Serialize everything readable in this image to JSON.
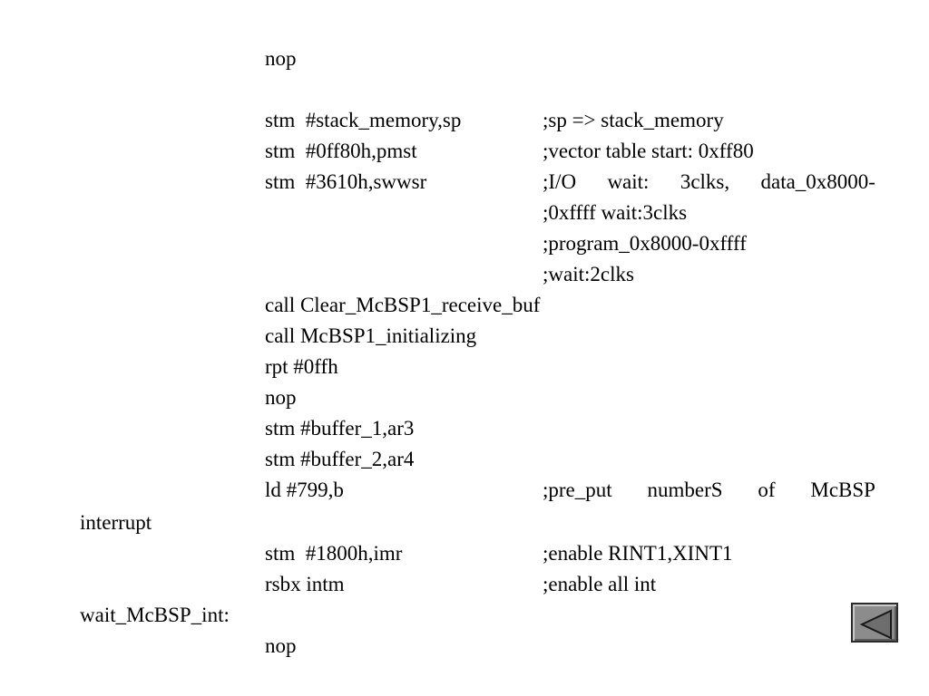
{
  "lines": {
    "l01": "nop",
    "l02a": "stm  #stack_memory,sp",
    "l02b": ";sp => stack_memory",
    "l03a": "stm  #0ff80h,pmst",
    "l03b": ";vector table start: 0xff80",
    "l04a": "stm  #3610h,swwsr",
    "l04b_words": [
      ";I/O",
      "wait:",
      "3clks,",
      "data_0x8000-"
    ],
    "l05": ";0xffff wait:3clks",
    "l06": ";program_0x8000-0xffff",
    "l07": ";wait:2clks",
    "l08": "call Clear_McBSP1_receive_buf",
    "l09": "call McBSP1_initializing",
    "l10": "rpt #0ffh",
    "l11": "nop",
    "l12": "stm #buffer_1,ar3",
    "l13": "stm #buffer_2,ar4",
    "l14a": "ld #799,b",
    "l14b_words": [
      ";pre_put",
      "numberS",
      "of",
      "McBSP"
    ],
    "l15": "interrupt",
    "l16a": "stm  #1800h,imr",
    "l16b": ";enable RINT1,XINT1",
    "l17a": "rsbx intm",
    "l17b": ";enable all int",
    "l18": "wait_McBSP_int:",
    "l19": "nop"
  },
  "nav": {
    "back_icon": "left-triangle-icon",
    "button_color": "#8c8c8c",
    "icon_color": "#6e6e6e"
  }
}
